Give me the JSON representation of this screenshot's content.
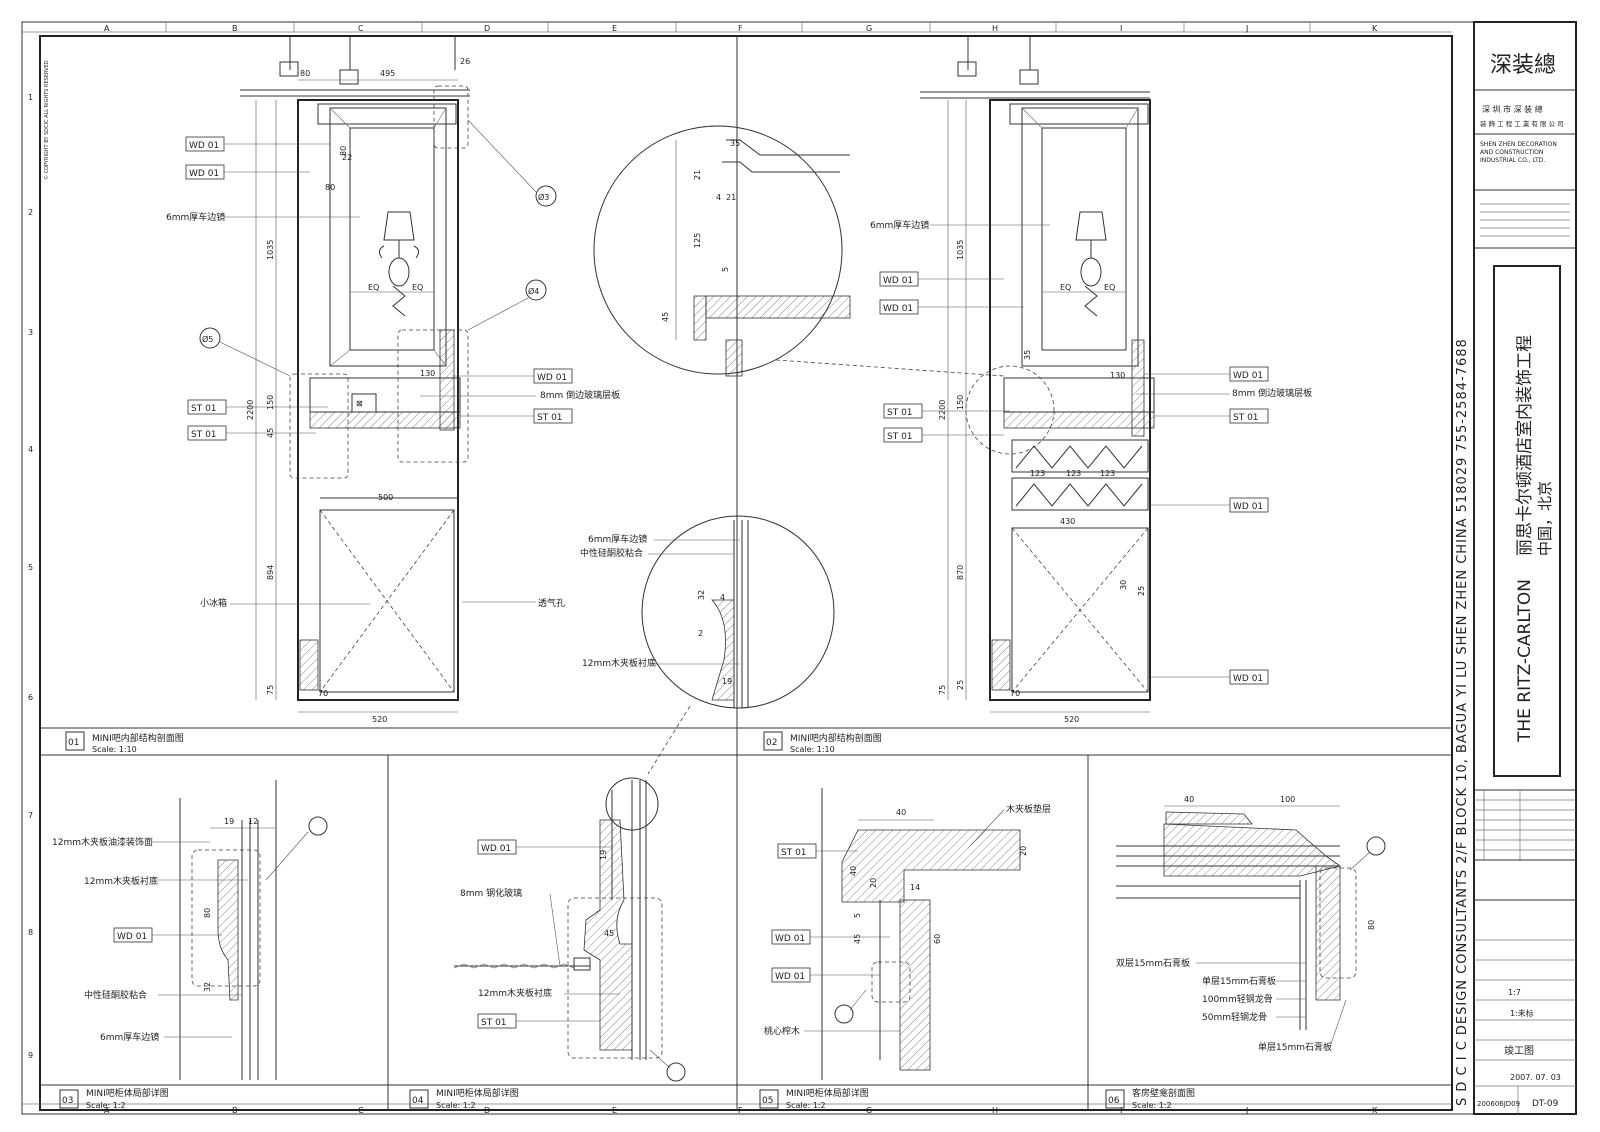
{
  "company": {
    "logo_text": "深装總",
    "name_cn_1": "深 圳 市 深 装 總",
    "name_cn_2": "装 飾 工 程 工 業 有 限 公 司",
    "name_en_1": "SHEN ZHEN DECORATION",
    "name_en_2": "AND CONSTRUCTION",
    "name_en_3": "INDUSTRIAL CO., LTD.",
    "address_vertical": "S D C I C DESIGN CONSULTANTS 2/F BLOCK 10, BAGUA YI LU SHEN ZHEN CHINA 518029 755-2584-7688"
  },
  "project": {
    "name_en": "THE RITZ-CARLTON",
    "name_cn": "丽思卡尔顿酒店室内装饰工程",
    "location": "中国，北京"
  },
  "title_block": {
    "drawing_title": "竣工图",
    "scale": "1:未标",
    "date": "2007. 07. 03",
    "project_no": "200606JD09",
    "drawing_no": "DT-09",
    "drawn": "1:7"
  },
  "sheet_copyright": "© COPYRIGHT BY SDCIC ALL RIGHTS RESERVED",
  "grid": {
    "cols": [
      "A",
      "B",
      "C",
      "D",
      "E",
      "F",
      "G",
      "H",
      "I",
      "J",
      "K"
    ],
    "rows": [
      "1",
      "2",
      "3",
      "4",
      "5",
      "6",
      "7",
      "8",
      "9"
    ]
  },
  "views": [
    {
      "no": "01",
      "title": "MINI吧内部结构剖面图",
      "scale": "Scale: 1:10"
    },
    {
      "no": "02",
      "title": "MINI吧内部结构剖面图",
      "scale": "Scale: 1:10"
    },
    {
      "no": "03",
      "title": "MINI吧柜体局部详图",
      "scale": "Scale: 1:2"
    },
    {
      "no": "04",
      "title": "MINI吧柜体局部详图",
      "scale": "Scale: 1:2"
    },
    {
      "no": "05",
      "title": "MINI吧柜体局部详图",
      "scale": "Scale: 1:2"
    },
    {
      "no": "06",
      "title": "客房壁龛剖面图",
      "scale": "Scale: 1:2"
    }
  ],
  "tags": {
    "wd": "WD 01",
    "st": "ST 01"
  },
  "labels": {
    "mirror": "6mm厚车边镜",
    "glass_shelf": "8mm 倒边玻璃层板",
    "fridge": "小冰箱",
    "vent": "透气孔",
    "ply_paint": "12mm木夹板油漆装饰面",
    "ply_base": "12mm木夹板衬底",
    "silicone": "中性硅酮胶粘合",
    "tempered": "8mm 钢化玻璃",
    "ply_pad": "木夹板垫层",
    "cherry": "桃心榨木",
    "gyp_double": "双层15mm石膏板",
    "gyp_single": "单层15mm石膏板",
    "keel100": "100mm轻钢龙骨",
    "keel50": "50mm轻钢龙骨",
    "eq": "EQ"
  },
  "callouts": {
    "c3": "Ø3",
    "c4": "Ø4",
    "c5": "Ø5"
  },
  "dims": {
    "v1": {
      "d80": "80",
      "d495": "495",
      "d26": "26",
      "d22": "22",
      "d1035": "1035",
      "d2200": "2200",
      "d130": "130",
      "d150": "150",
      "d45": "45",
      "d500": "500",
      "d894": "894",
      "d75": "75",
      "d70": "70",
      "d520": "520"
    },
    "v2": {
      "d35": "35",
      "d870": "870",
      "d123": "123",
      "d30": "30",
      "d430": "430",
      "d25": "25",
      "d2200": "2200",
      "d520": "520"
    },
    "detail": {
      "d35": "35",
      "d21": "21",
      "d4": "4",
      "d125": "125",
      "d5": "5",
      "d45": "45",
      "d32": "32",
      "d19": "19",
      "d12": "12",
      "d80": "80",
      "d40": "40",
      "d20": "20",
      "d14": "14",
      "d60": "60",
      "d100": "100",
      "d2": "2"
    }
  }
}
